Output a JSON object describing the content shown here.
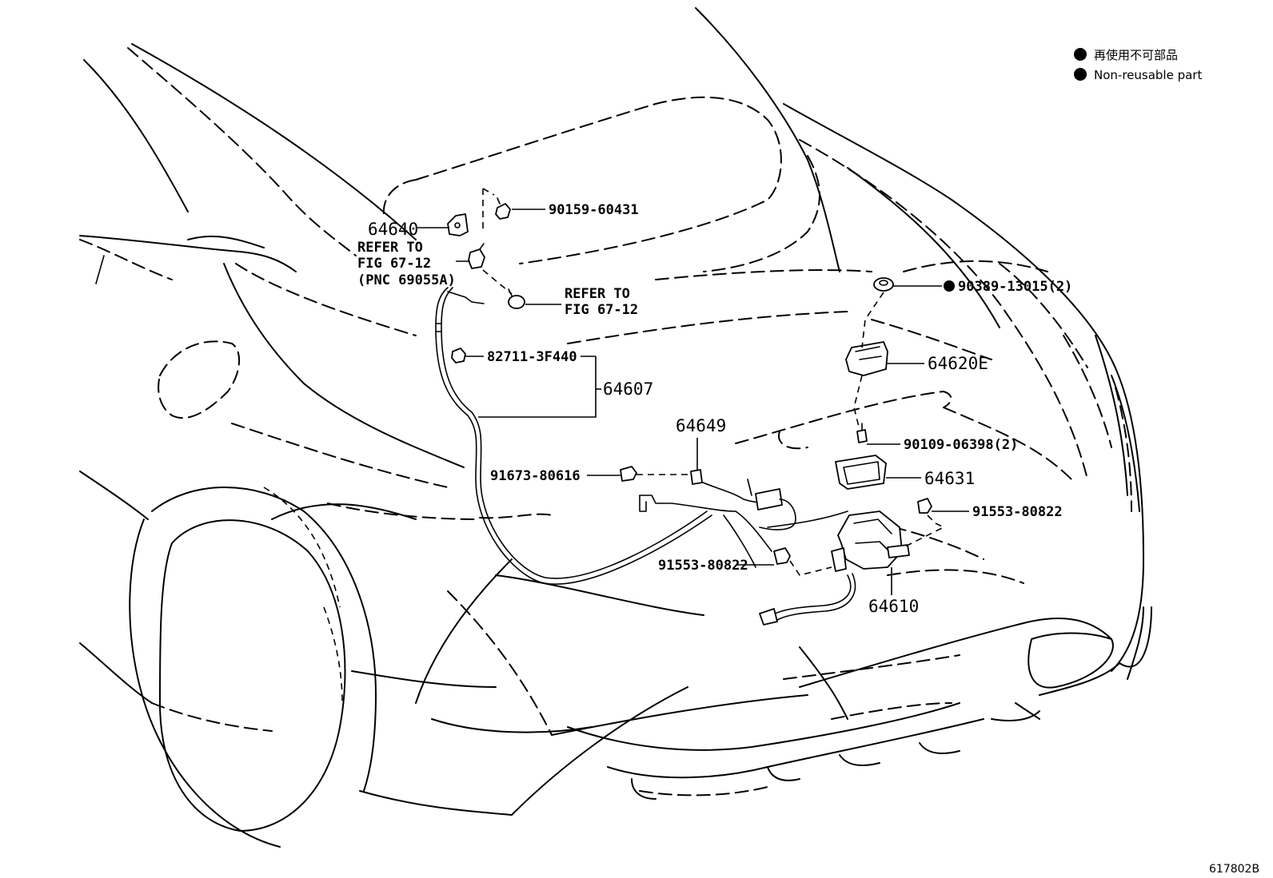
{
  "legend": {
    "marker_color": "#000000",
    "marker_icon": "filled-circle",
    "japanese": "再使用不可部品",
    "english": "Non-reusable part"
  },
  "labels": {
    "p64640": "64640",
    "p90159": "90159-60431",
    "refer_a_l1": "REFER TO",
    "refer_a_l2": "FIG 67-12",
    "refer_a_l3": "(PNC 69055A)",
    "refer_b_l1": "REFER TO",
    "refer_b_l2": "FIG 67-12",
    "p82711": "82711-3F440",
    "p64607": "64607",
    "p64649": "64649",
    "p91673": "91673-80616",
    "p91553_left": "91553-80822",
    "p90389": "90389-13015(2)",
    "p64620E": "64620E",
    "p90109": "90109-06398(2)",
    "p64631": "64631",
    "p91553_right": "91553-80822",
    "p64610": "64610"
  },
  "figure_id": "617802B"
}
